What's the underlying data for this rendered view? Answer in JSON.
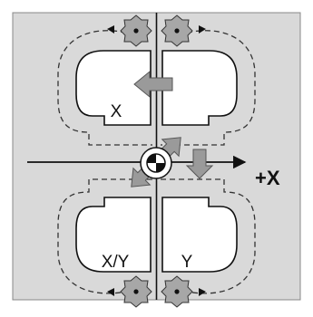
{
  "figure": {
    "axis_label": "+X",
    "part_labels": {
      "top_left": "X",
      "bottom_left": "X/Y",
      "bottom_right": "Y"
    },
    "colors": {
      "background": "#ebebeb",
      "panel": "#d9d9d9",
      "part_fill": "#ffffff",
      "outline": "#111111",
      "arrow_fill": "#9a9a9a",
      "cutter_fill": "#a7a7a7"
    },
    "icons": {
      "cutter": "milling-cutter-icon",
      "datum": "datum-point-icon",
      "move_arrow": "block-arrow-icon"
    }
  }
}
